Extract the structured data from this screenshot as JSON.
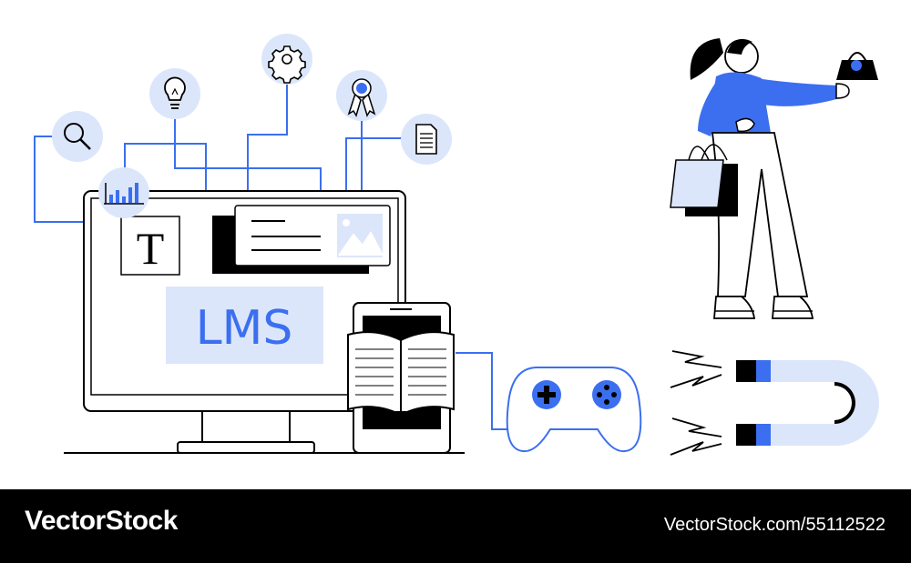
{
  "illustration": {
    "screen_label": "LMS",
    "text_tool_glyph": "T",
    "icons": [
      "search-icon",
      "bar-chart-icon",
      "lightbulb-icon",
      "gear-icon",
      "award-ribbon-icon",
      "document-icon",
      "image-icon",
      "open-book-icon",
      "tablet-icon",
      "gamepad-icon",
      "magnet-icon",
      "shopping-bag-icon",
      "handbag-icon"
    ]
  },
  "footer": {
    "logo": "VectorStock",
    "url": "VectorStock.com/55112522"
  },
  "colors": {
    "accent": "#3b6ff0",
    "accent_light": "#dce6fb",
    "ink": "#000000",
    "background": "#ffffff"
  }
}
